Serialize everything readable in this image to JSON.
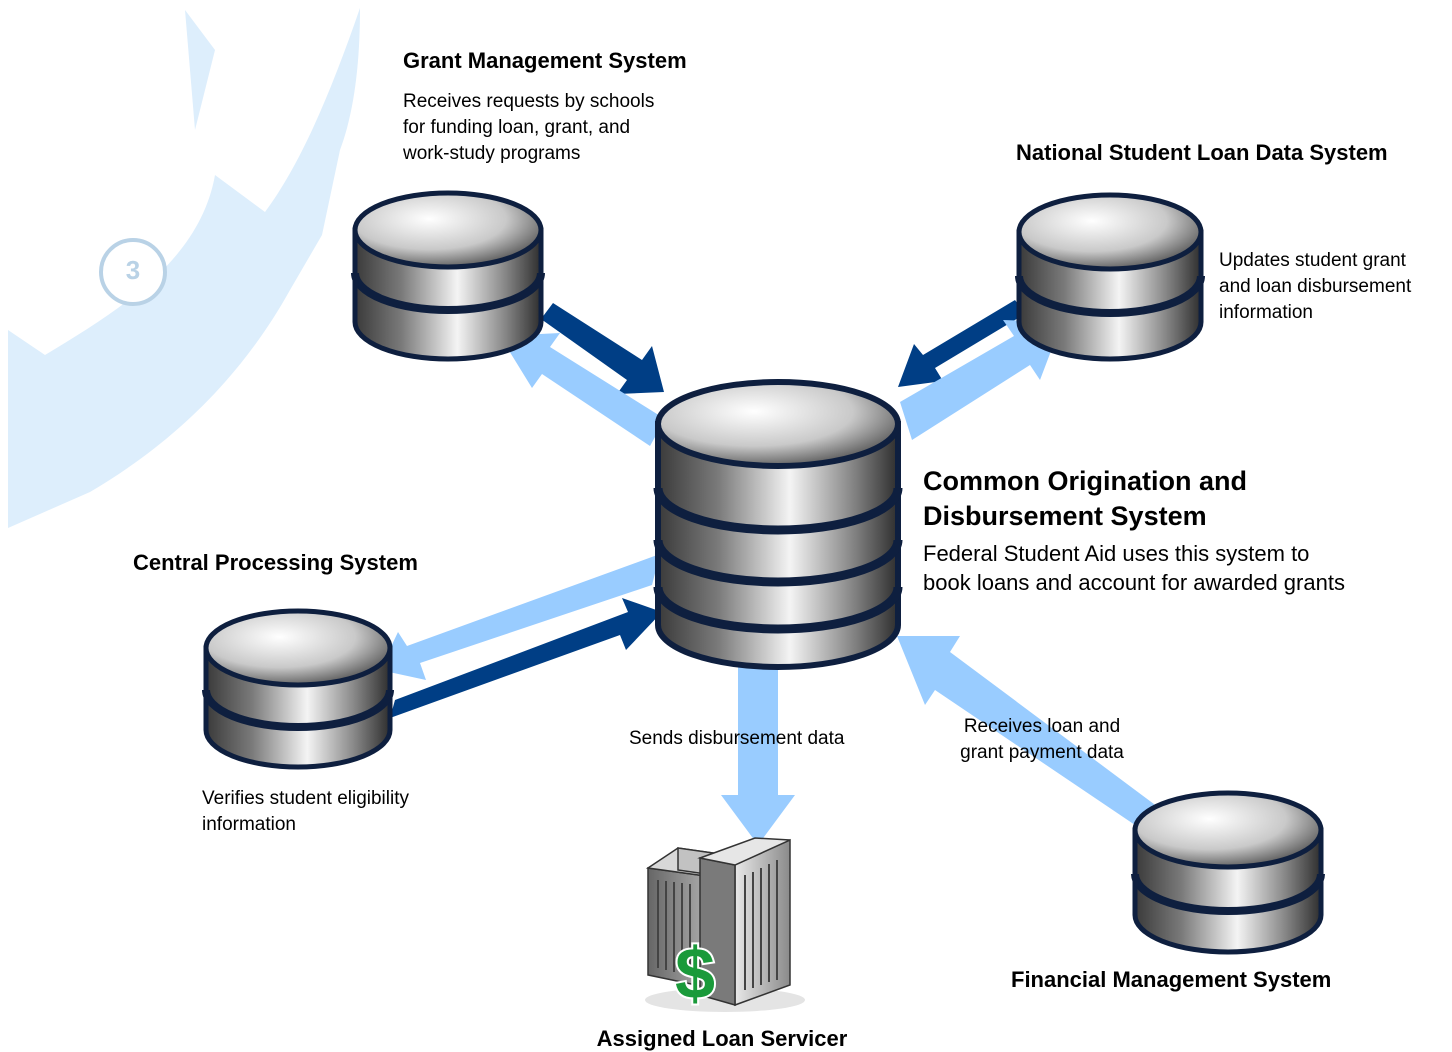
{
  "step": {
    "number": "3"
  },
  "systems": {
    "gms": {
      "title": "Grant Management System",
      "desc": [
        "Receives requests by schools",
        "for funding loan, grant, and",
        "work-study programs"
      ]
    },
    "nsld": {
      "title": "National Student Loan Data System",
      "desc": [
        "Updates student grant",
        "and loan disbursement",
        "information"
      ]
    },
    "cod": {
      "title": [
        "Common Origination and",
        "Disbursement System"
      ],
      "desc": [
        "Federal Student Aid uses this system to",
        "book loans and account for awarded grants"
      ]
    },
    "cps": {
      "title": "Central Processing System",
      "desc": [
        "Verifies student eligibility",
        "information"
      ]
    },
    "fms": {
      "title": "Financial Management System"
    },
    "servicer": {
      "title": "Assigned Loan Servicer",
      "symbol": "$"
    }
  },
  "flows": {
    "to_servicer": "Sends disbursement data",
    "from_fms": [
      "Receives loan and",
      "grant payment data"
    ]
  },
  "colors": {
    "light_arrow": "#99ccff",
    "dark_arrow": "#003e85",
    "bg_arc": "#ddeefc",
    "dollar": "#1a9a3a"
  },
  "icons": [
    "database-icon",
    "building-icon",
    "dollar-icon",
    "circular-arrow-icon"
  ]
}
